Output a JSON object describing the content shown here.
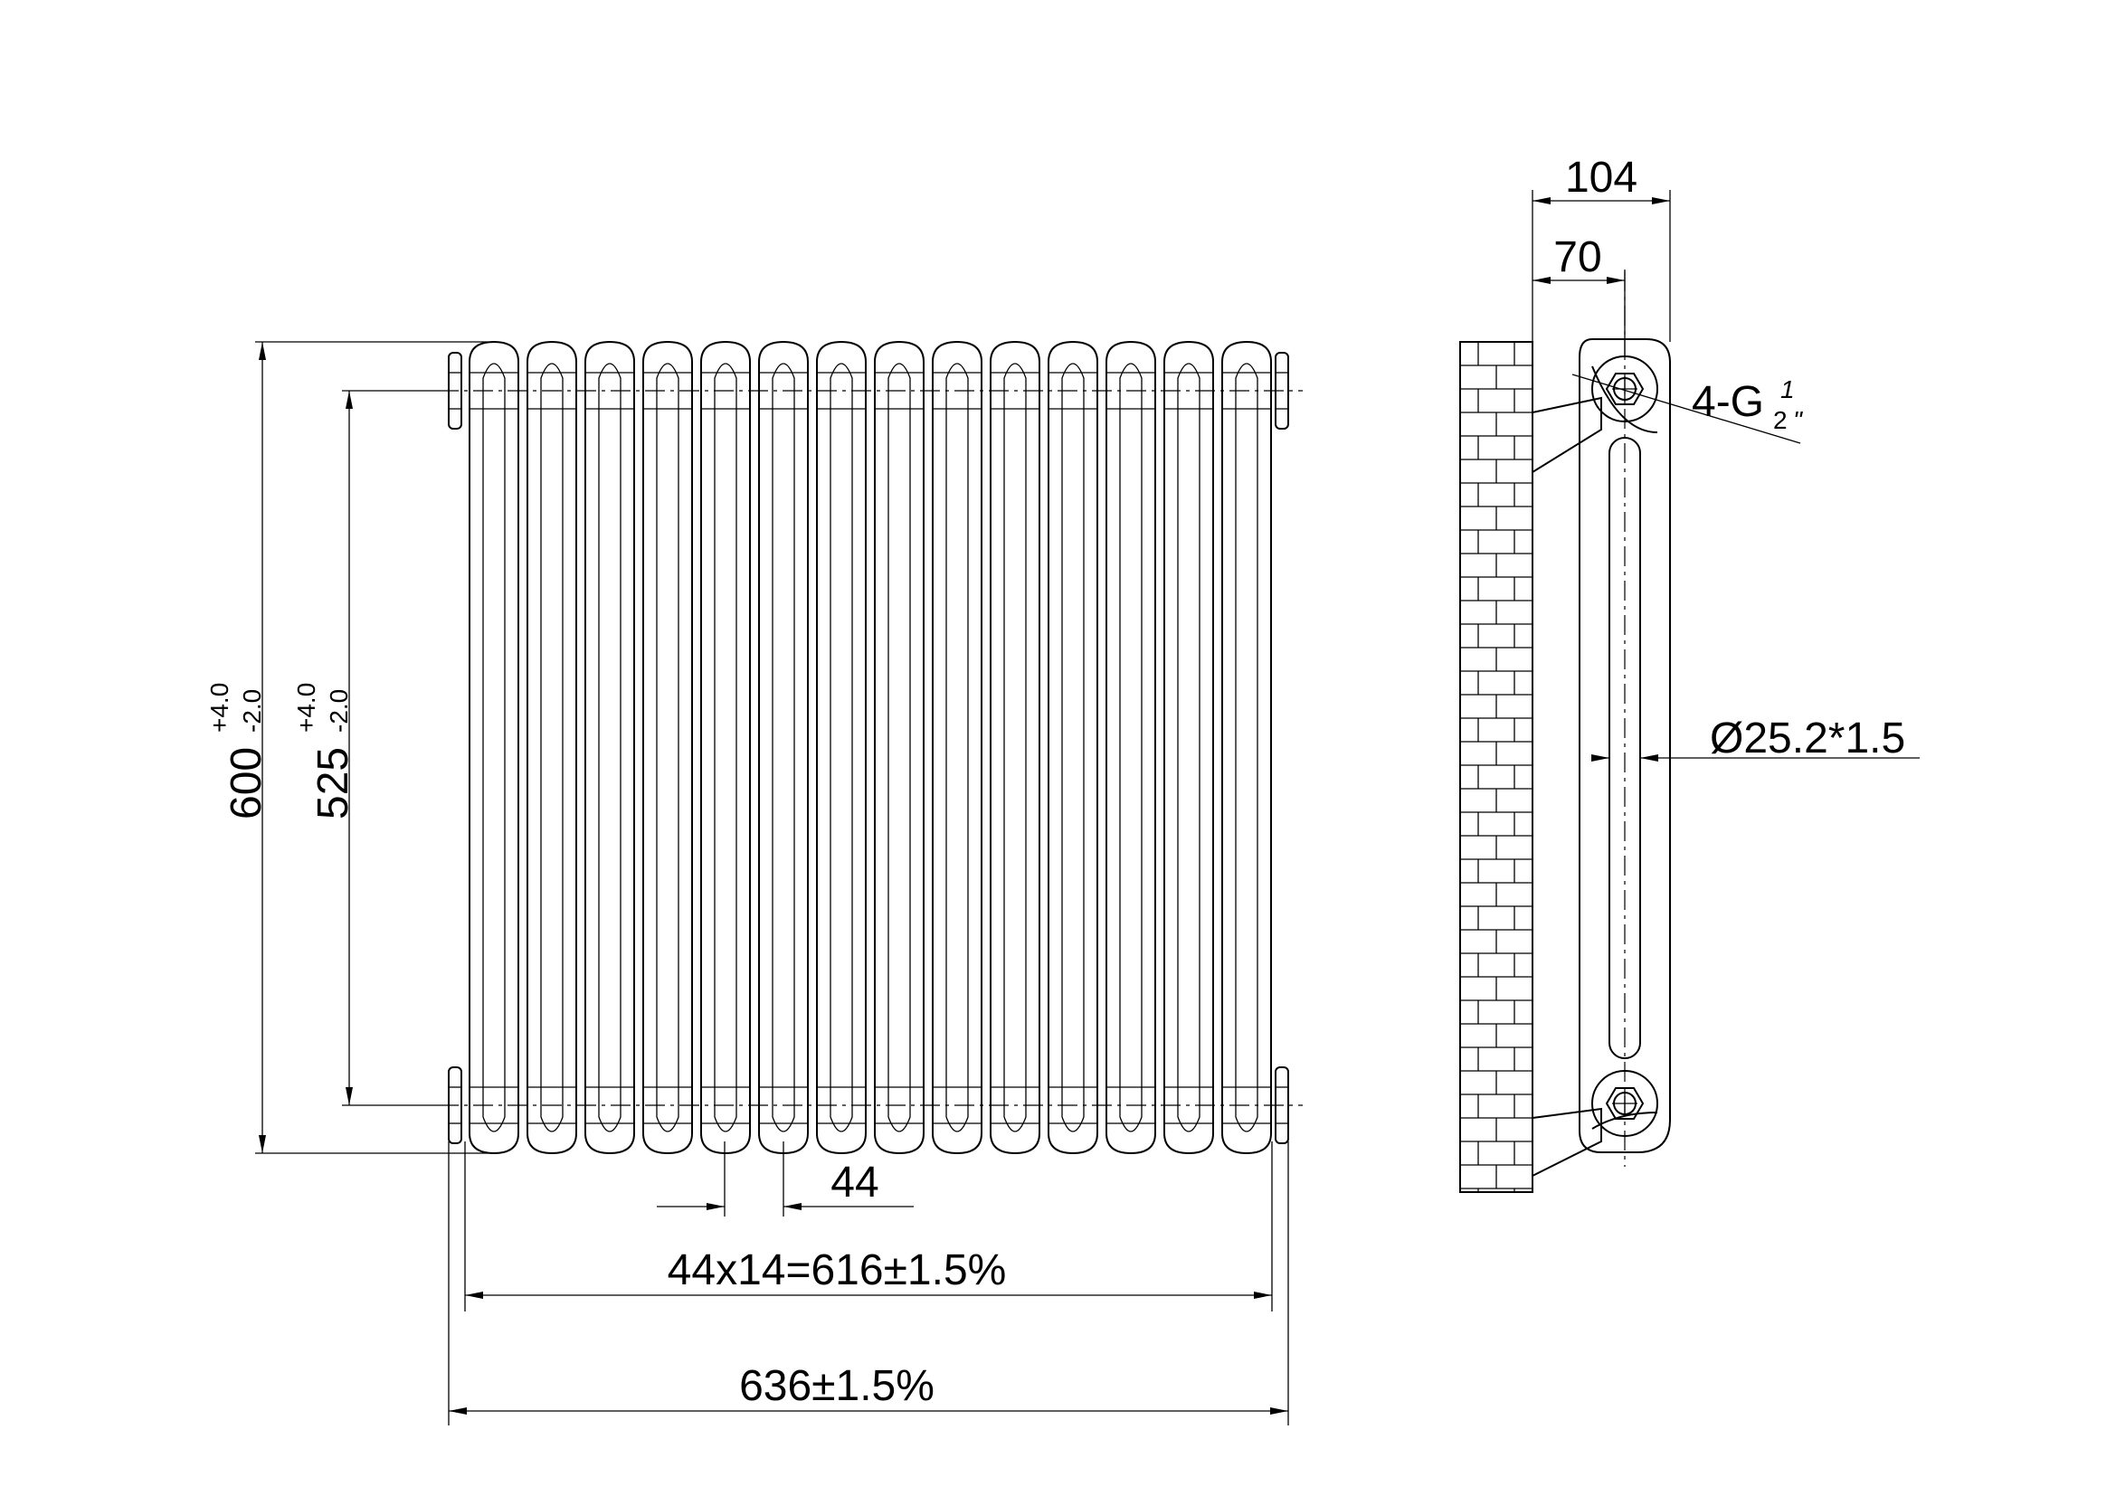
{
  "front_view": {
    "section_count": 14,
    "height_label": "600",
    "height_tol_upper": "+4.0",
    "height_tol_lower": "-2.0",
    "centers_label": "525",
    "centers_tol_upper": "+4.0",
    "centers_tol_lower": "-2.0",
    "pitch_label": "44",
    "span_label": "44x14=616±1.5%",
    "total_width_label": "636±1.5%"
  },
  "side_view": {
    "depth_label": "104",
    "offset_label": "70",
    "connection_prefix": "4-G",
    "connection_num": "1",
    "connection_den": "2",
    "connection_unit": "\"",
    "tube_label": "Ø25.2*1.5"
  }
}
